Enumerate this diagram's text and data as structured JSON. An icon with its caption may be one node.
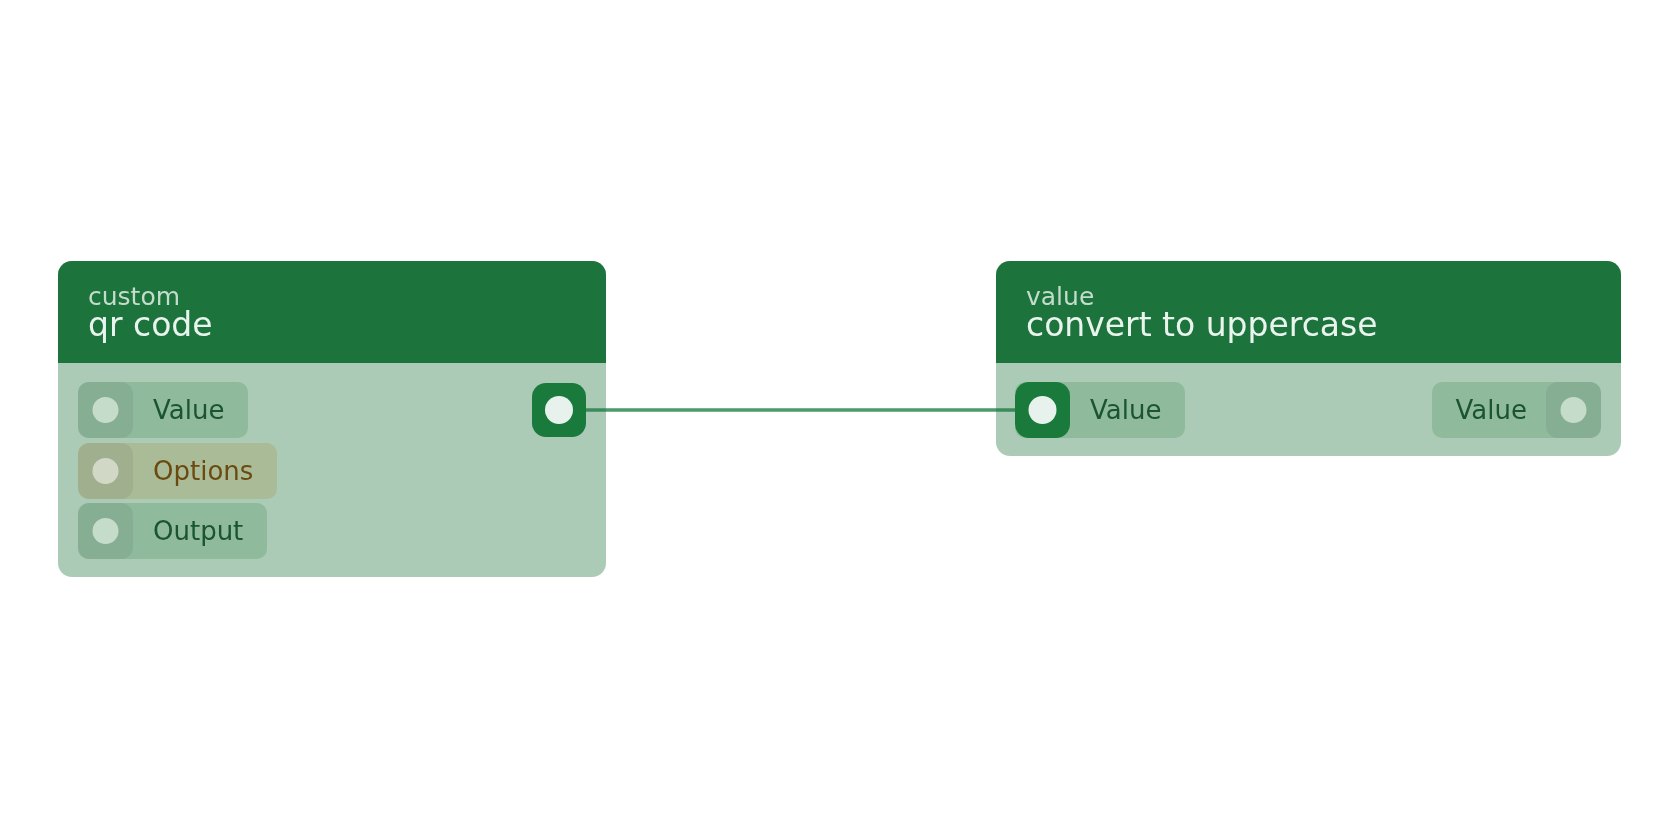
{
  "diagram": {
    "nodes": [
      {
        "text": [
          "custom",
          "qr code"
        ]
      },
      {
        "text": [
          "Value"
        ],
        "in": 0
      },
      {
        "text": [],
        "shape": "box",
        "in": 0
      },
      {
        "text": [
          "Options"
        ],
        "in": 0
      },
      {
        "text": [
          "Output"
        ],
        "in": 0
      },
      {
        "text": [
          "value",
          "convert to uppercase"
        ]
      },
      {
        "text": [
          "Value"
        ],
        "in": 5
      },
      {
        "text": [
          "Value"
        ],
        "in": 5
      }
    ],
    "edges": [
      {
        "from": 2,
        "to": 6,
        "arrow": "none"
      }
    ]
  }
}
